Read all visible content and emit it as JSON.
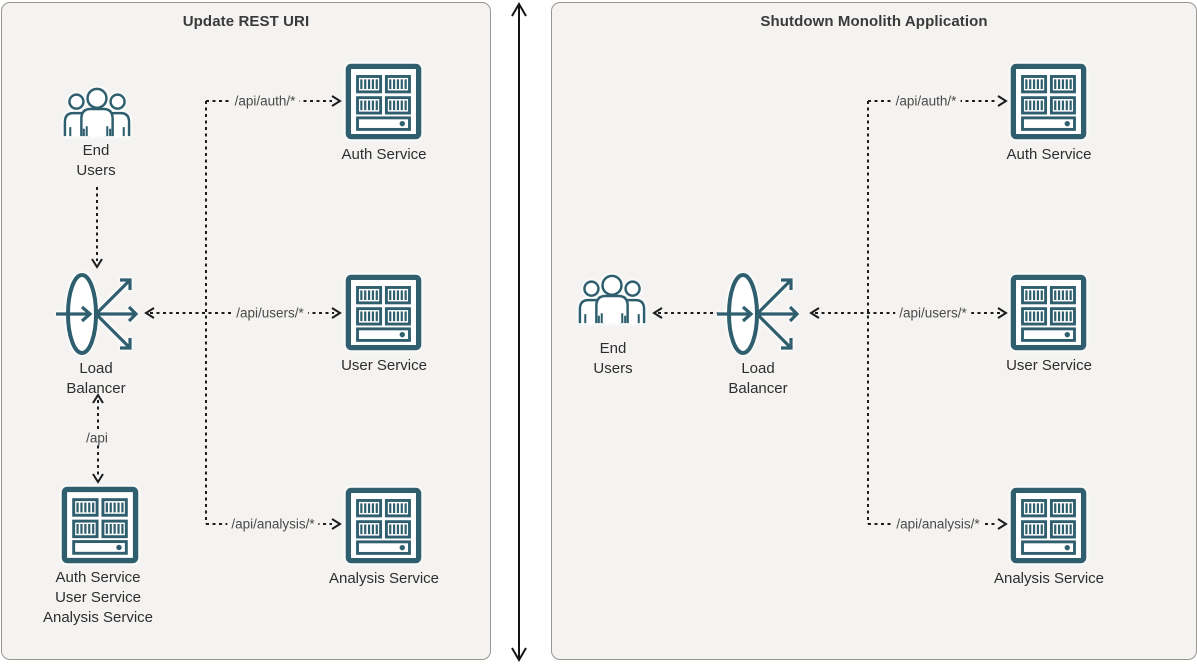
{
  "colors": {
    "teal": "#2f5f6e",
    "panel_bg": "#f4f3f1",
    "panel_border": "#9b958f",
    "line": "#1c1c1c"
  },
  "left_panel": {
    "title": "Update REST URI",
    "end_users": [
      "End",
      "Users"
    ],
    "load_balancer": [
      "Load",
      "Balancer"
    ],
    "monolith_labels": [
      "Auth Service",
      "User Service",
      "Analysis Service"
    ],
    "services": {
      "auth": "Auth Service",
      "users": "User Service",
      "analysis": "Analysis Service"
    },
    "paths": {
      "api": "/api",
      "auth": "/api/auth/*",
      "users": "/api/users/*",
      "analysis": "/api/analysis/*"
    }
  },
  "right_panel": {
    "title": "Shutdown Monolith Application",
    "end_users": [
      "End",
      "Users"
    ],
    "load_balancer": [
      "Load",
      "Balancer"
    ],
    "services": {
      "auth": "Auth Service",
      "users": "User Service",
      "analysis": "Analysis Service"
    },
    "paths": {
      "auth": "/api/auth/*",
      "users": "/api/users/*",
      "analysis": "/api/analysis/*"
    }
  }
}
